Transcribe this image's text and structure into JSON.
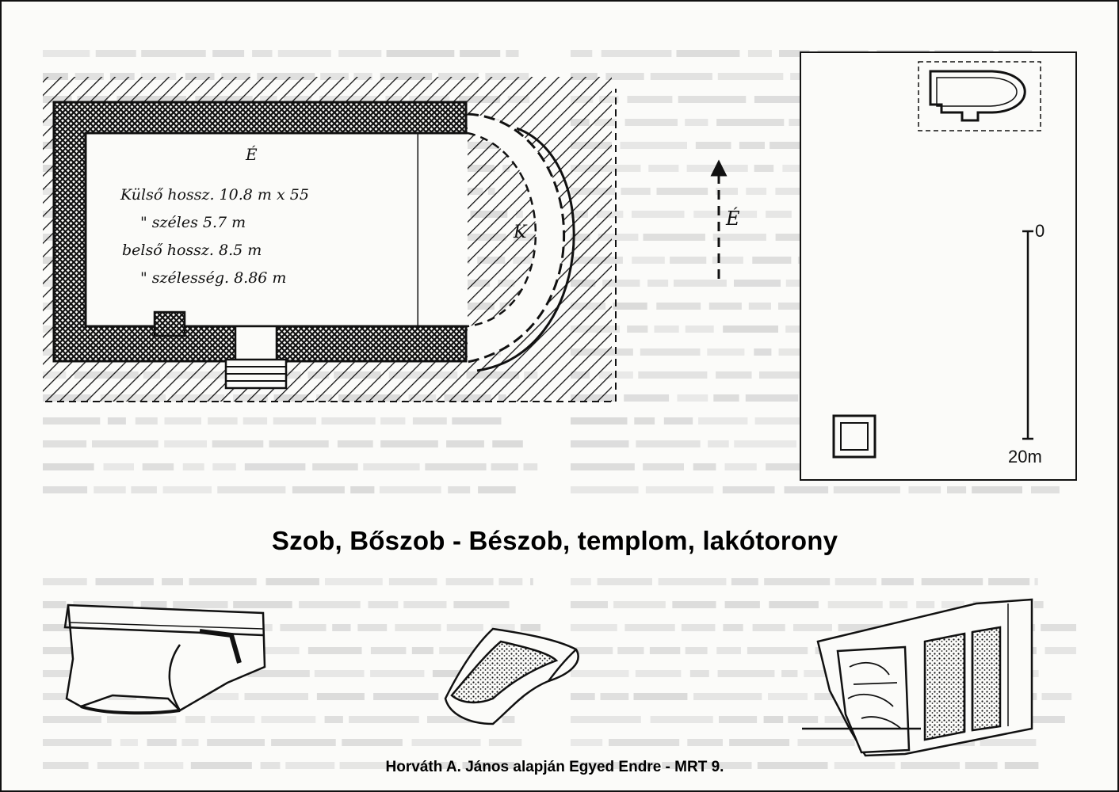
{
  "title": "Szob, Bőszob - Bészob, templom, lakótorony",
  "credit": "Horváth A. János alapján Egyed Endre - MRT 9.",
  "plan": {
    "label_north": "É",
    "label_k": "K",
    "notes": [
      "Külső hossz. 10.8 m x 55",
      "\" széles 5.7 m",
      "belső hossz. 8.5 m",
      "\" szélesség. 8.86 m"
    ]
  },
  "north_arrow": {
    "label": "É"
  },
  "site_map": {
    "scale_top": "0",
    "scale_bottom": "20m"
  },
  "colors": {
    "ink": "#111111",
    "paper": "#fbfbf9",
    "bleed": "#c9c9c9"
  }
}
